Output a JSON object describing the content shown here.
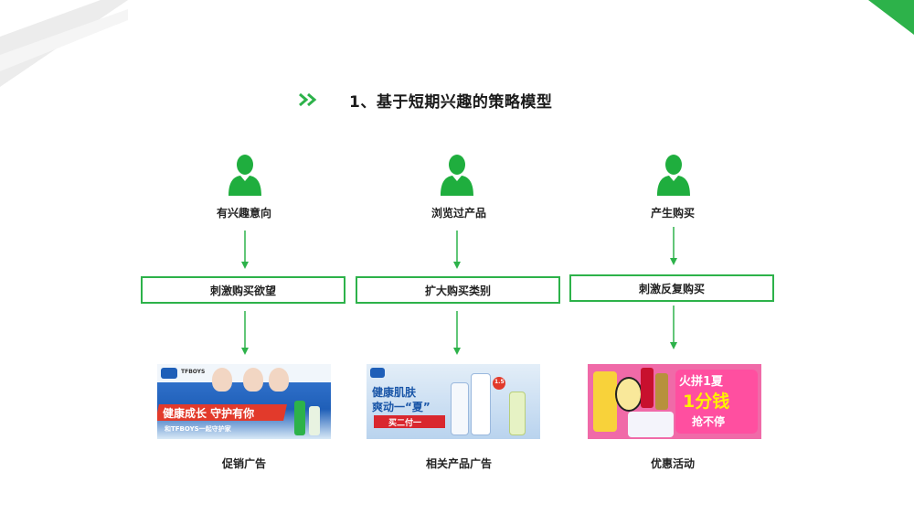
{
  "title": {
    "text": "1、基于短期兴趣的策略模型"
  },
  "columns": [
    {
      "stage": "有兴趣意向",
      "action": "刺激购买欲望",
      "caption": "促销广告",
      "banner": {
        "headline": "健康成长 守护有你",
        "subline": "和TFBOYS一起守护家",
        "brand_tag": "TFBOYS"
      }
    },
    {
      "stage": "浏览过产品",
      "action": "扩大购买类别",
      "caption": "相关产品广告",
      "banner": {
        "headline_1": "健康肌肤",
        "headline_2": "爽动一“夏”",
        "promo": "买二付一",
        "size_tag": "1.5"
      }
    },
    {
      "stage": "产生购买",
      "action": "刺激反复购买",
      "caption": "优惠活动",
      "banner": {
        "headline_1": "火拼1夏",
        "headline_2": "1分钱",
        "headline_3": "抢不停"
      }
    }
  ],
  "colors": {
    "accent": "#2db24a",
    "text": "#222222"
  }
}
